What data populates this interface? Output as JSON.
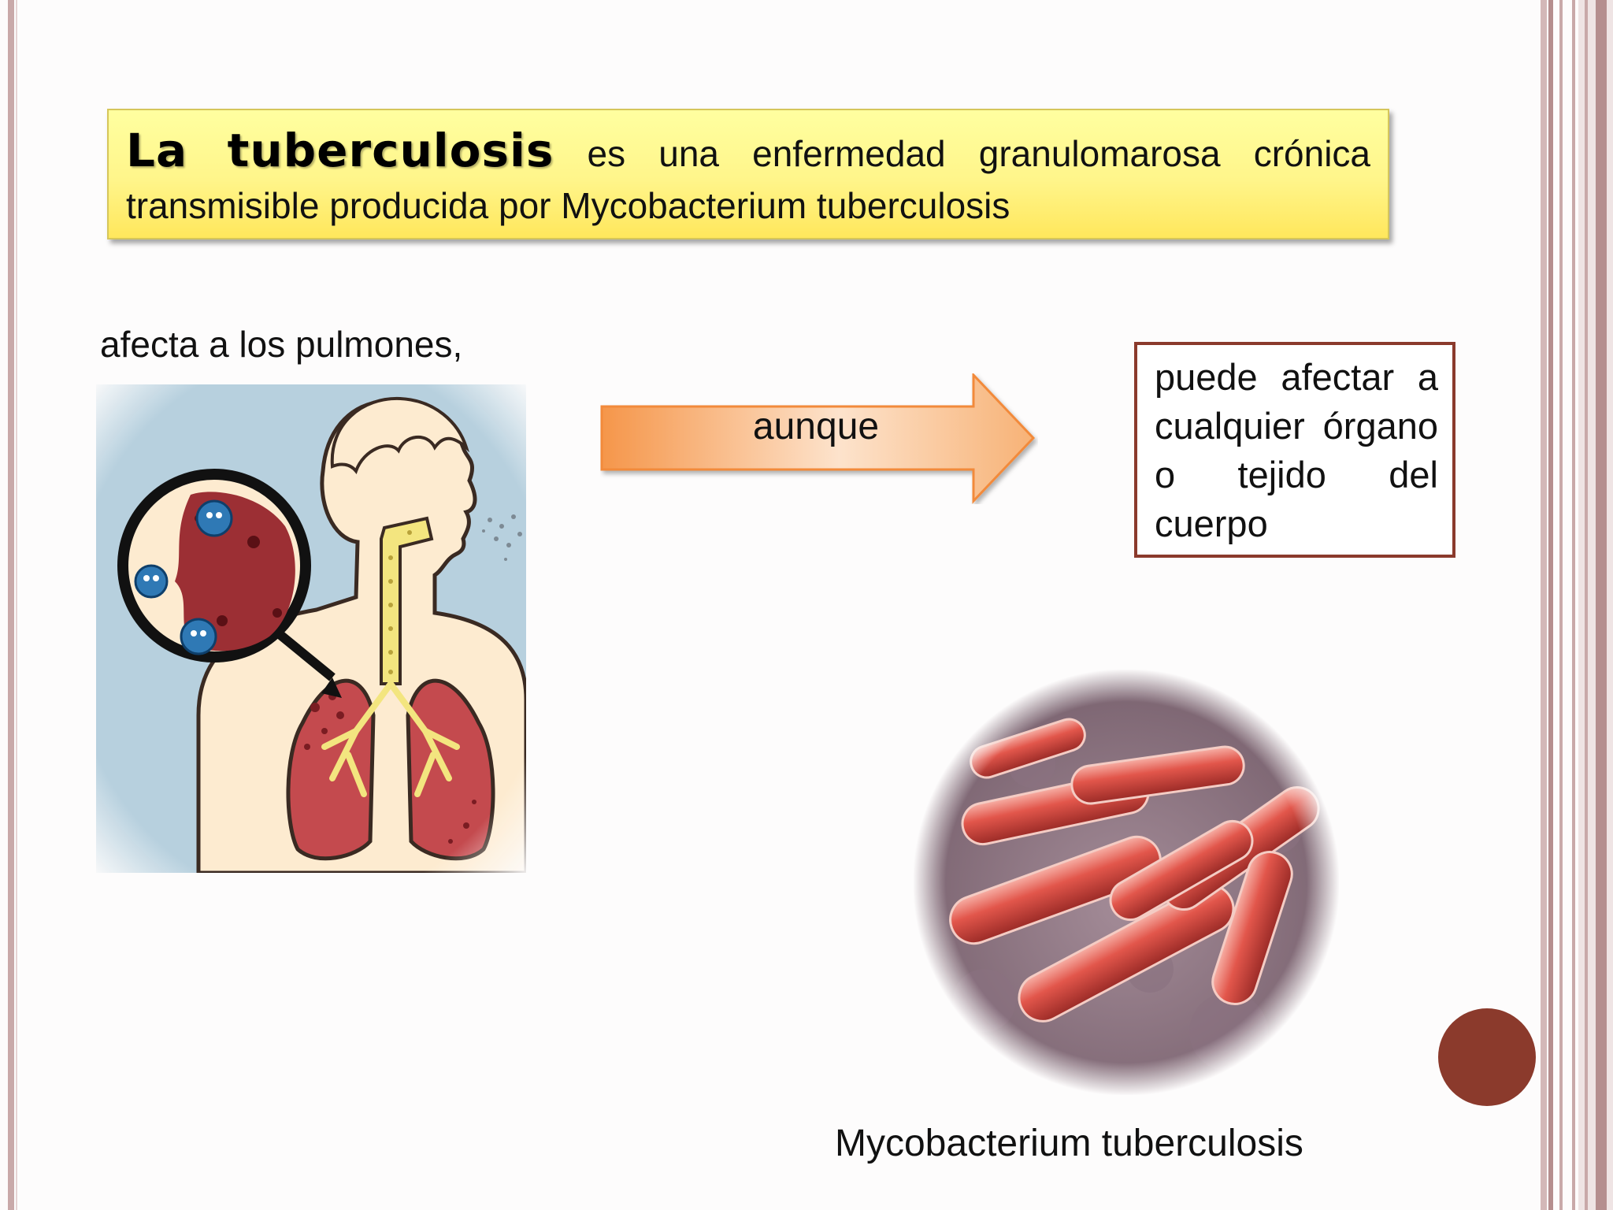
{
  "title": {
    "strong": "La tuberculosis",
    "rest": " es una enfermedad granulomarosa crónica transmisible producida por Mycobacterium tuberculosis"
  },
  "left_label": "afecta a los pulmones,",
  "arrow_label": "aunque",
  "right_box": "puede afectar a cualquier órgano o tejido del cuerpo",
  "bacteria_caption": "Mycobacterium tuberculosis",
  "colors": {
    "accent_brown": "#8b3a2c",
    "title_yellow": "#fff58a",
    "arrow_orange": "#f7a35e"
  }
}
